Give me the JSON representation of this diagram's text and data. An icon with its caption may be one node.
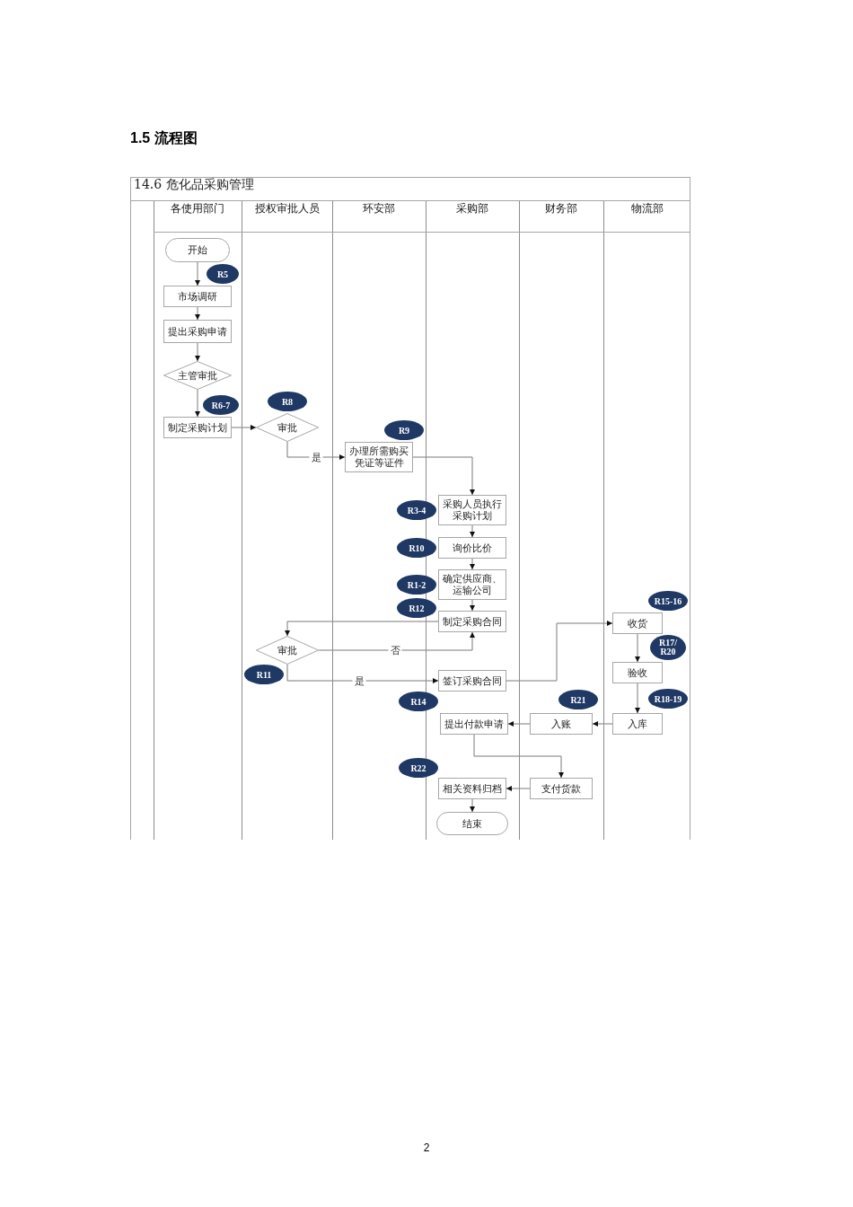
{
  "diagram": {
    "title": "1.5 流程图",
    "nodes": [
      {
        "text": [
          "14.6 危化品采购管理"
        ]
      },
      {
        "text": [
          "各使用部门"
        ],
        "in": 0
      },
      {
        "text": [
          "授权审批人员"
        ],
        "in": 0
      },
      {
        "text": [
          "环安部"
        ],
        "in": 0
      },
      {
        "text": [
          "采购部"
        ],
        "in": 0
      },
      {
        "text": [
          "财务部"
        ],
        "in": 0
      },
      {
        "text": [
          "物流部"
        ],
        "in": 0
      },
      {
        "text": [
          "开始"
        ],
        "in": 1
      },
      {
        "text": [
          "R5"
        ],
        "in": 1
      },
      {
        "text": [
          "市场调研"
        ],
        "in": 1
      },
      {
        "text": [
          "提出采购申请"
        ],
        "in": 1
      },
      {
        "text": [
          "主管审批"
        ],
        "in": 1
      },
      {
        "text": [
          "R6-7"
        ],
        "in": 1
      },
      {
        "text": [
          "R8"
        ],
        "in": 2
      },
      {
        "text": [
          "制定采购计划"
        ],
        "in": 1
      },
      {
        "text": [
          "审批"
        ],
        "in": 2
      },
      {
        "text": [
          "R9"
        ],
        "in": 3
      },
      {
        "text": [
          "办理所需购买凭证等证件"
        ],
        "in": 3
      },
      {
        "text": [
          "R3-4"
        ],
        "in": 0
      },
      {
        "text": [
          "采购人员执行采购计划"
        ],
        "in": 4
      },
      {
        "text": [
          "R10"
        ],
        "in": 0
      },
      {
        "text": [
          "询价比价"
        ],
        "in": 4
      },
      {
        "text": [
          "R1-2"
        ],
        "in": 0
      },
      {
        "text": [
          "确定供应商、运输公司"
        ],
        "in": 4
      },
      {
        "text": [
          "R12"
        ],
        "in": 0
      },
      {
        "text": [
          "制定采购合同"
        ],
        "in": 4
      },
      {
        "text": [
          "收货"
        ],
        "in": 6
      },
      {
        "text": [
          "R15-16"
        ],
        "in": 6
      },
      {
        "text": [
          "审批"
        ],
        "in": 2
      },
      {
        "text": [
          "R11"
        ],
        "in": 2
      },
      {
        "text": [
          "签订采购合同"
        ],
        "in": 4
      },
      {
        "text": [
          "验收"
        ],
        "in": 6
      },
      {
        "text": [
          "R17/ R20"
        ],
        "in": 6
      },
      {
        "text": [
          "R14"
        ],
        "in": 0
      },
      {
        "text": [
          "提出付款申请"
        ],
        "in": 4
      },
      {
        "text": [
          "R21"
        ],
        "in": 5
      },
      {
        "text": [
          "入账"
        ],
        "in": 5
      },
      {
        "text": [
          "R18-19"
        ],
        "in": 6
      },
      {
        "text": [
          "入库"
        ],
        "in": 6
      },
      {
        "text": [
          "R22"
        ],
        "in": 0
      },
      {
        "text": [
          "相关资料归档"
        ],
        "in": 4
      },
      {
        "text": [
          "支付货款"
        ],
        "in": 5
      },
      {
        "text": [
          "结束"
        ],
        "in": 4
      }
    ],
    "edges": [
      {
        "from": 7,
        "to": 9,
        "arrow": "to"
      },
      {
        "from": 9,
        "to": 10,
        "arrow": "to"
      },
      {
        "from": 10,
        "to": 11,
        "arrow": "to"
      },
      {
        "from": 11,
        "to": 14,
        "arrow": "to"
      },
      {
        "from": 14,
        "to": 15,
        "arrow": "to"
      },
      {
        "from": 15,
        "to": 17,
        "arrow": "to",
        "label": "是"
      },
      {
        "from": 17,
        "to": 19,
        "arrow": "to"
      },
      {
        "from": 19,
        "to": 21,
        "arrow": "to"
      },
      {
        "from": 21,
        "to": 23,
        "arrow": "to"
      },
      {
        "from": 23,
        "to": 25,
        "arrow": "to"
      },
      {
        "from": 25,
        "to": 28,
        "arrow": "to"
      },
      {
        "from": 28,
        "to": 25,
        "arrow": "to",
        "label": "否"
      },
      {
        "from": 28,
        "to": 30,
        "arrow": "to",
        "label": "是"
      },
      {
        "from": 30,
        "to": 26,
        "arrow": "to"
      },
      {
        "from": 26,
        "to": 31,
        "arrow": "to"
      },
      {
        "from": 31,
        "to": 38,
        "arrow": "to"
      },
      {
        "from": 38,
        "to": 36,
        "arrow": "to"
      },
      {
        "from": 36,
        "to": 34,
        "arrow": "to"
      },
      {
        "from": 34,
        "to": 41,
        "arrow": "to"
      },
      {
        "from": 41,
        "to": 40,
        "arrow": "to"
      },
      {
        "from": 40,
        "to": 42,
        "arrow": "to"
      }
    ],
    "labels": [
      "2"
    ]
  }
}
